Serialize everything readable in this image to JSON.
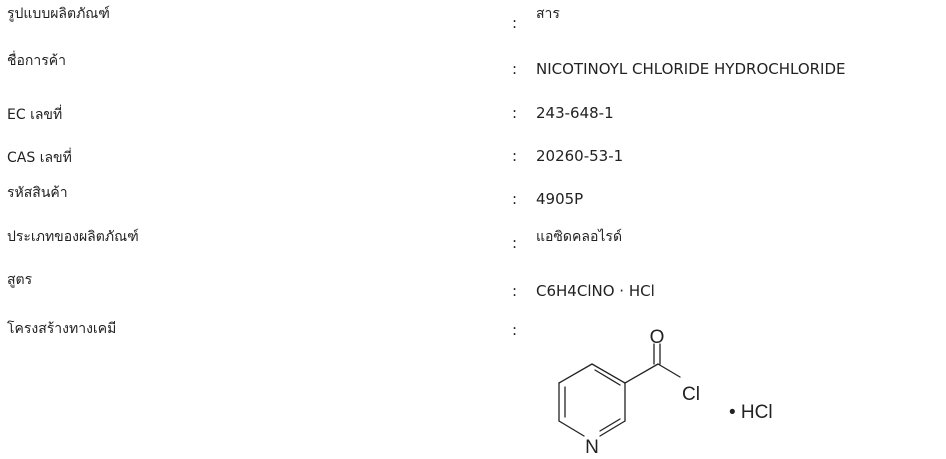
{
  "rows": [
    {
      "label": "รูปแบบผลิตภัณฑ์",
      "colon": ":",
      "value": "สาร"
    },
    {
      "label": "ชื่อการค้า",
      "colon": ":",
      "value": "NICOTINOYL CHLORIDE HYDROCHLORIDE"
    },
    {
      "label": "EC เลขที่",
      "colon": ":",
      "value": "243-648-1"
    },
    {
      "label": "CAS เลขที่",
      "colon": ":",
      "value": "20260-53-1"
    },
    {
      "label": "รหัสสินค้า",
      "colon": ":",
      "value": "4905P"
    },
    {
      "label": "ประเภทของผลิตภัณฑ์",
      "colon": ":",
      "value": "แอซิดคลอไรด์"
    },
    {
      "label": "สูตร",
      "colon": ":",
      "value": "C6H4ClNO · HCl"
    },
    {
      "label": "โครงสร้างทางเคมี",
      "colon": ":"
    }
  ],
  "structure": {
    "atom_o": "O",
    "atom_cl": "Cl",
    "atom_n": "N",
    "salt": "• HCl"
  }
}
